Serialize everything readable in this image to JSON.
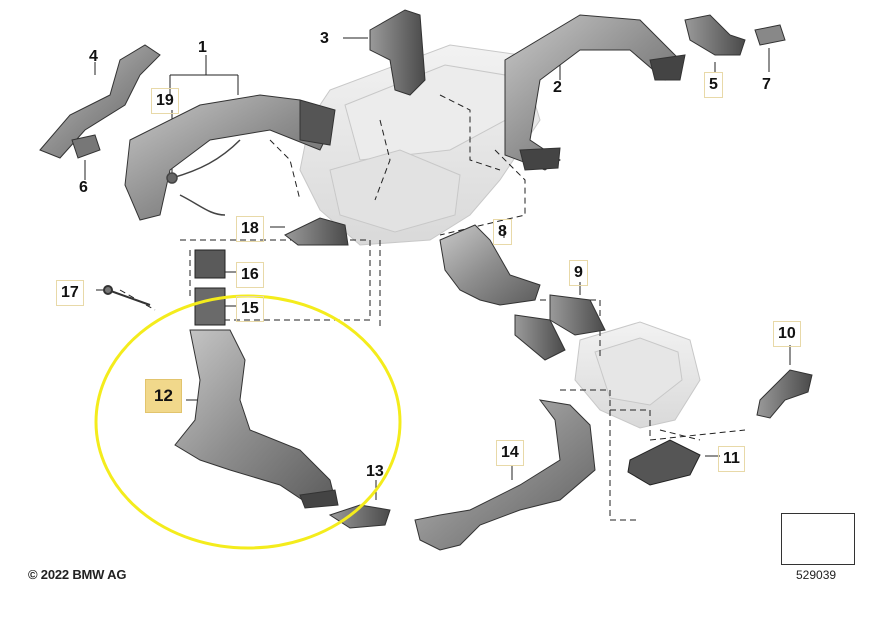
{
  "diagram": {
    "callouts": [
      {
        "id": "c1",
        "label": "1"
      },
      {
        "id": "c2",
        "label": "2"
      },
      {
        "id": "c3",
        "label": "3"
      },
      {
        "id": "c4",
        "label": "4"
      },
      {
        "id": "c5",
        "label": "5"
      },
      {
        "id": "c6",
        "label": "6"
      },
      {
        "id": "c7",
        "label": "7"
      },
      {
        "id": "c8",
        "label": "8"
      },
      {
        "id": "c9",
        "label": "9"
      },
      {
        "id": "c10",
        "label": "10"
      },
      {
        "id": "c11",
        "label": "11"
      },
      {
        "id": "c12",
        "label": "12"
      },
      {
        "id": "c13",
        "label": "13"
      },
      {
        "id": "c14",
        "label": "14"
      },
      {
        "id": "c15",
        "label": "15"
      },
      {
        "id": "c16",
        "label": "16"
      },
      {
        "id": "c17",
        "label": "17"
      },
      {
        "id": "c18",
        "label": "18"
      },
      {
        "id": "c19",
        "label": "19"
      }
    ],
    "highlighted_part": "12",
    "highlight_color": "#f4ec1c"
  },
  "footer": {
    "copyright": "© 2022 BMW AG",
    "drawing_number": "529039"
  }
}
